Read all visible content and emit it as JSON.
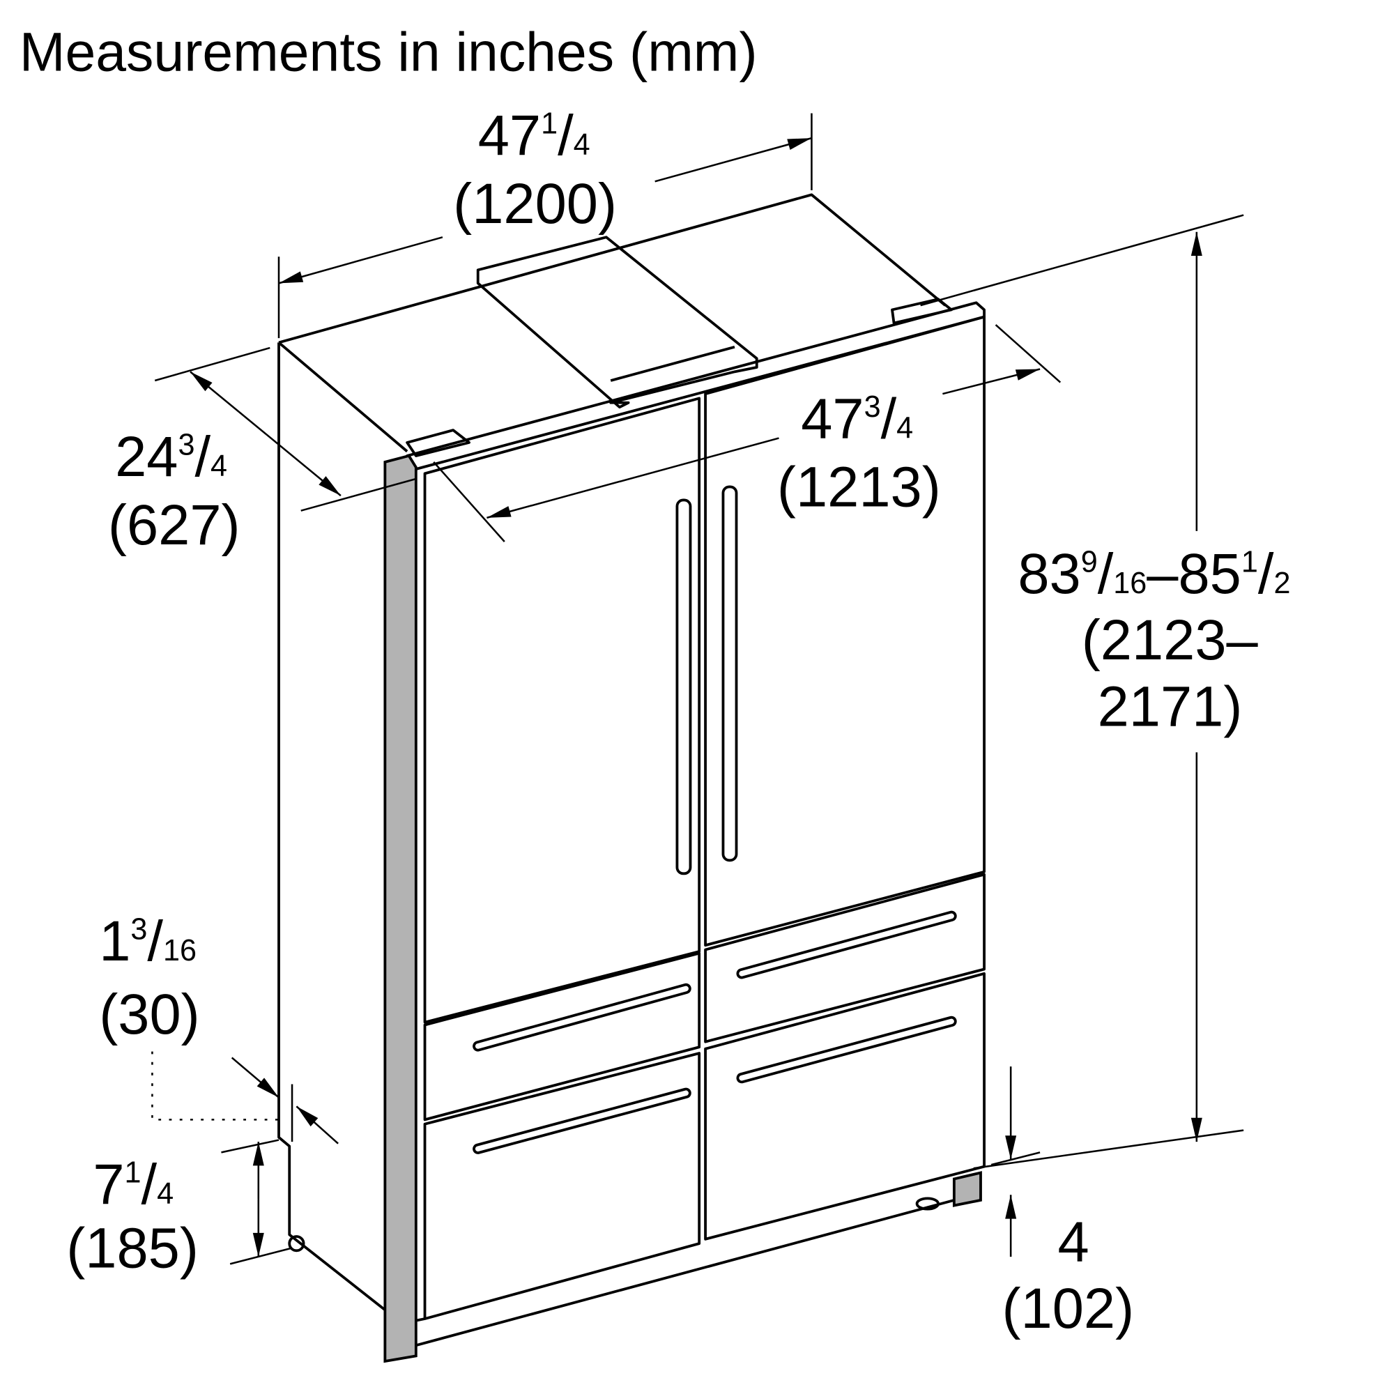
{
  "title": "Measurements in inches (mm)",
  "dimensions": {
    "overall_width": {
      "whole": "47",
      "num": "1",
      "slash": "/",
      "den": "4",
      "mm": "(1200)"
    },
    "depth": {
      "whole": "24",
      "num": "3",
      "slash": "/",
      "den": "4",
      "mm": "(627)"
    },
    "door_open_width": {
      "whole": "47",
      "num": "3",
      "slash": "/",
      "den": "4",
      "mm": "(1213)"
    },
    "height": {
      "whole1": "83",
      "num1": "9",
      "slash1": "/",
      "den1": "16",
      "dash": "–",
      "whole2": "85",
      "num2": "1",
      "slash2": "/",
      "den2": "2",
      "mm1": "(2123–",
      "mm2": "2171)"
    },
    "side_panel": {
      "whole": "1",
      "num": "3",
      "slash": "/",
      "den": "16",
      "mm": "(30)"
    },
    "toe_kick_depth": {
      "whole": "7",
      "num": "1",
      "slash": "/",
      "den": "4",
      "mm": "(185)"
    },
    "toe_kick_height": {
      "whole": "4",
      "mm": "(102)"
    }
  }
}
